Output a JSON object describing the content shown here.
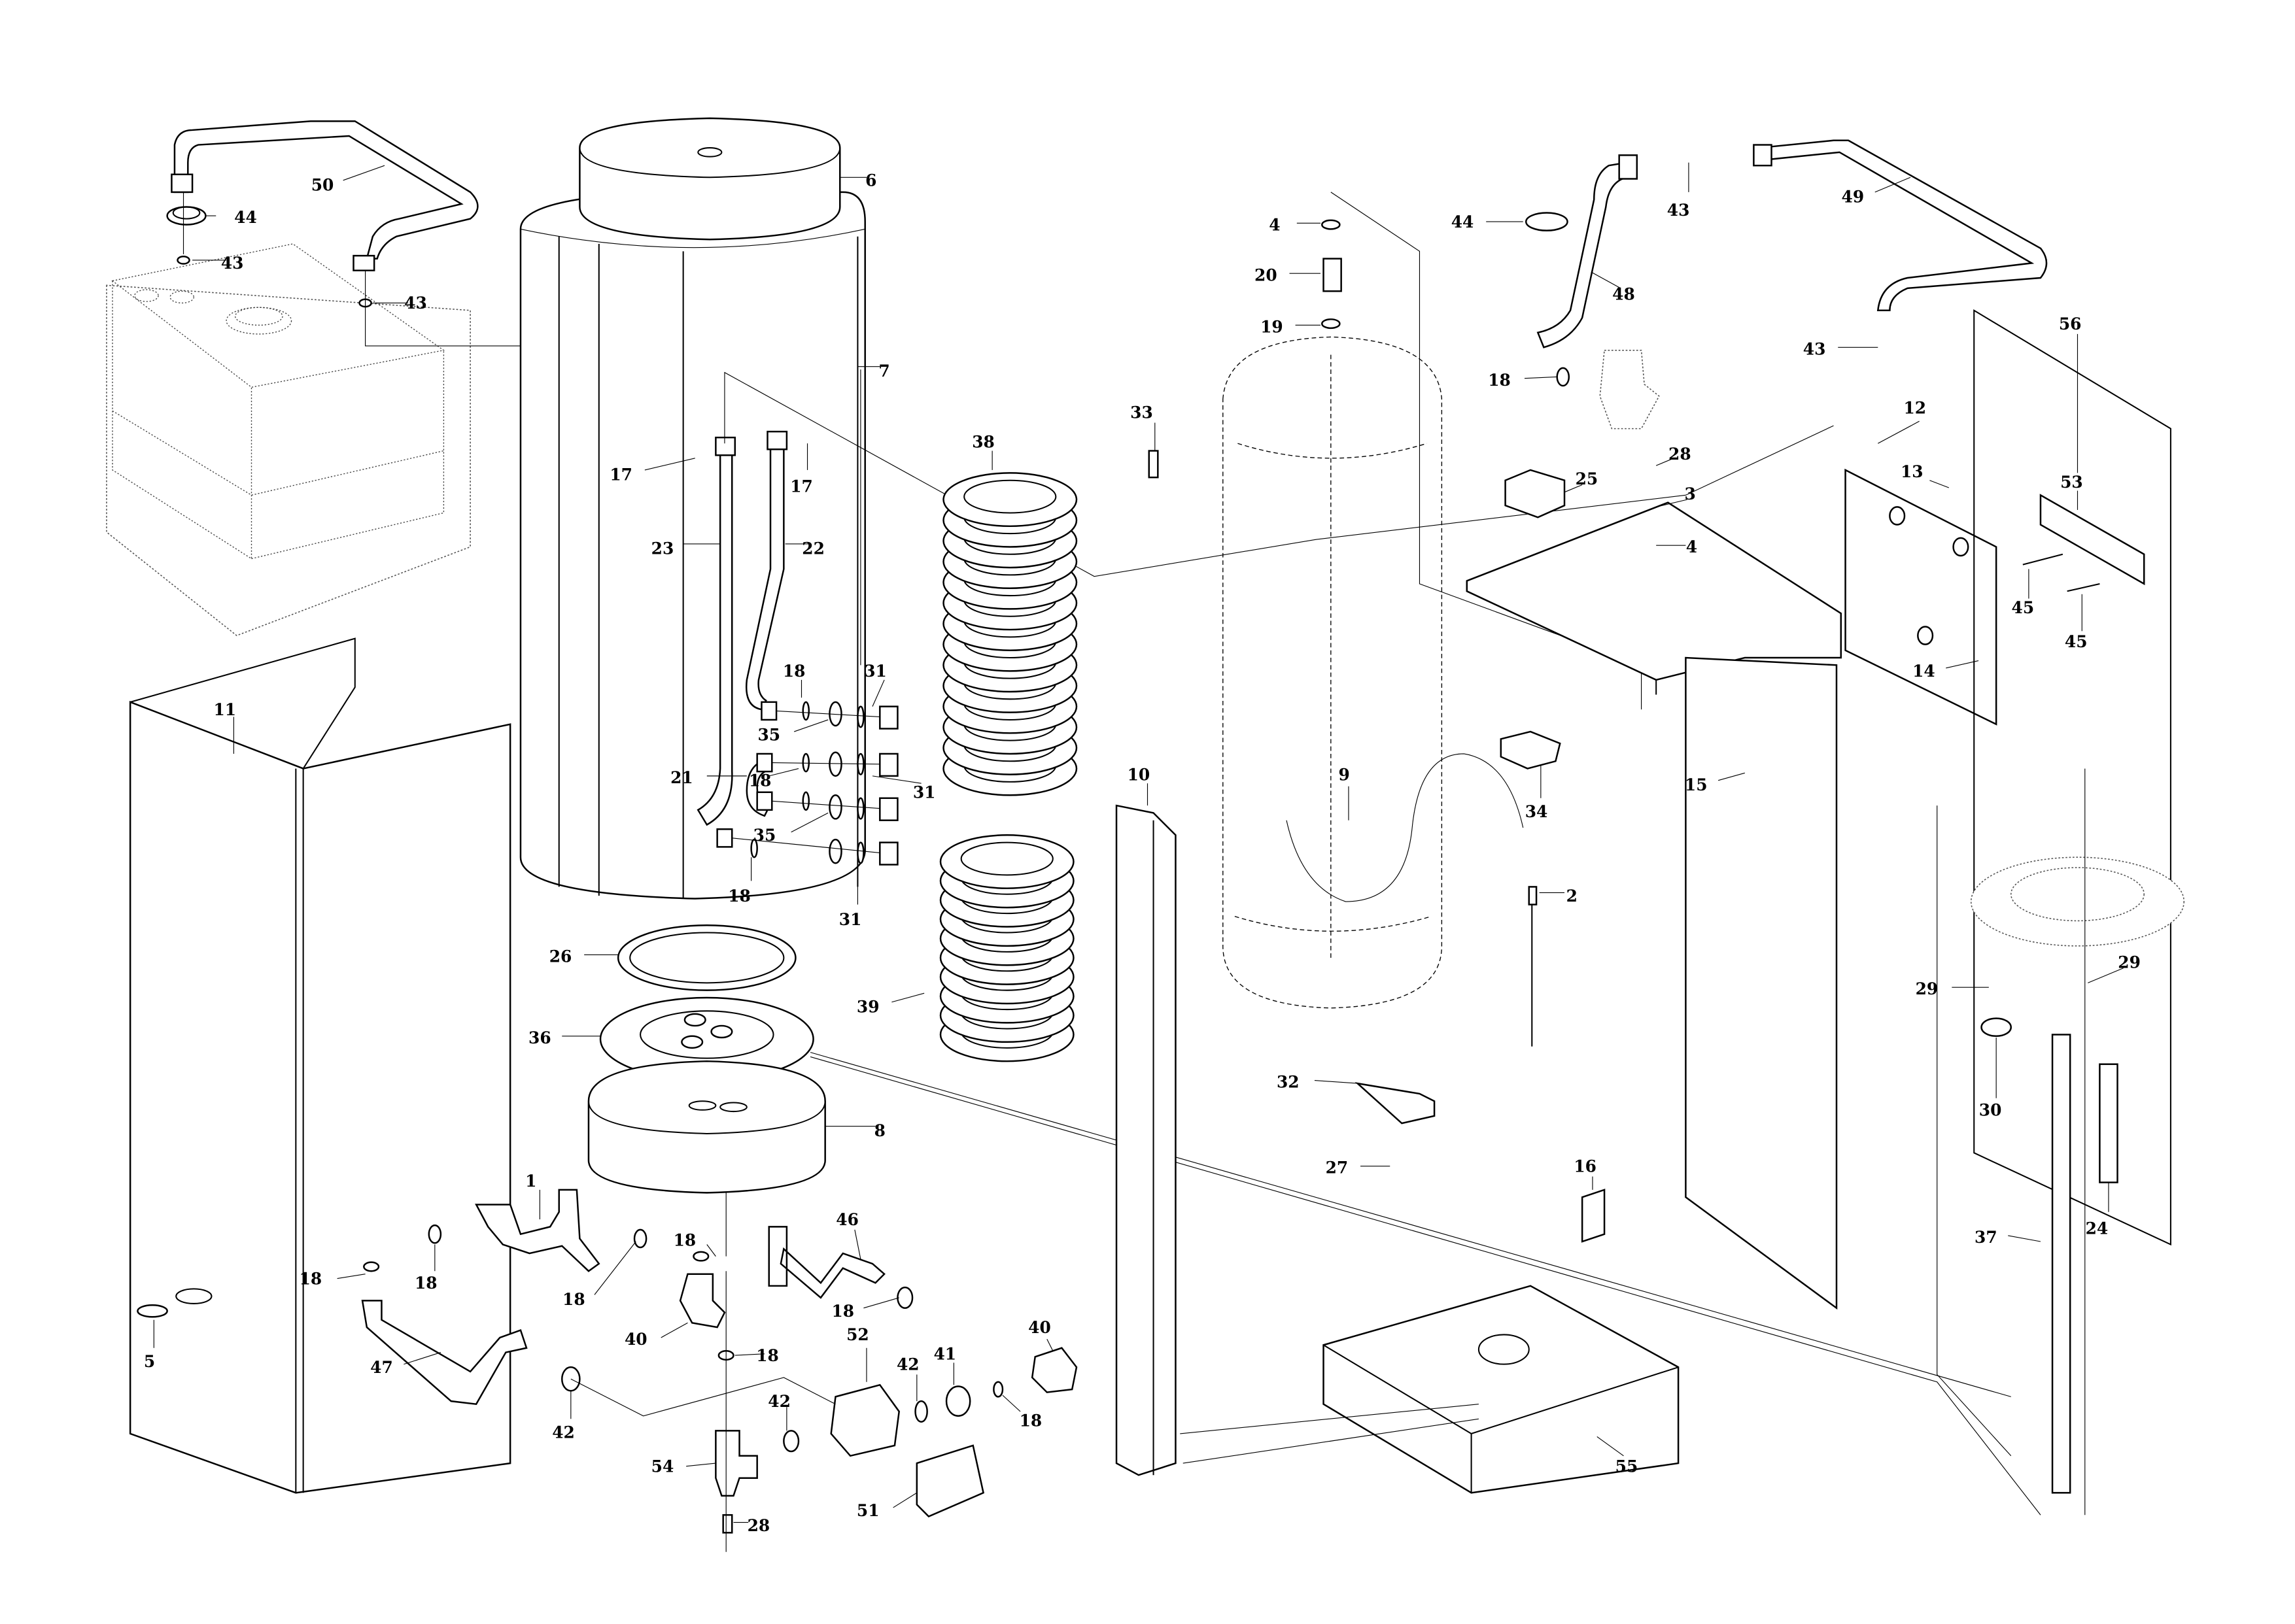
{
  "diagram": {
    "type": "exploded-parts-view",
    "subject": "hot water cylinder / boiler unit with coils, casing panels and fittings",
    "callouts": [
      "1",
      "2",
      "3",
      "4",
      "5",
      "6",
      "7",
      "8",
      "9",
      "10",
      "11",
      "12",
      "13",
      "14",
      "15",
      "16",
      "17",
      "18",
      "19",
      "20",
      "21",
      "22",
      "23",
      "24",
      "25",
      "26",
      "27",
      "28",
      "29",
      "30",
      "31",
      "32",
      "33",
      "34",
      "35",
      "36",
      "37",
      "38",
      "39",
      "40",
      "41",
      "42",
      "43",
      "44",
      "45",
      "46",
      "47",
      "48",
      "49",
      "50",
      "51",
      "52",
      "53",
      "54",
      "55",
      "56"
    ],
    "labels": {
      "p1": "1",
      "p2": "2",
      "p3": "3",
      "p4a": "4",
      "p4b": "4",
      "p5": "5",
      "p6": "6",
      "p7": "7",
      "p8": "8",
      "p9": "9",
      "p10": "10",
      "p11": "11",
      "p12": "12",
      "p13": "13",
      "p14": "14",
      "p15": "15",
      "p16": "16",
      "p17a": "17",
      "p17b": "17",
      "p18a": "18",
      "p18b": "18",
      "p18c": "18",
      "p18d": "18",
      "p18e": "18",
      "p18f": "18",
      "p18g": "18",
      "p18h": "18",
      "p18i": "18",
      "p18j": "18",
      "p18k": "18",
      "p18l": "18",
      "p19": "19",
      "p20": "20",
      "p21": "21",
      "p22": "22",
      "p23": "23",
      "p24": "24",
      "p25": "25",
      "p26": "26",
      "p27": "27",
      "p28a": "28",
      "p28b": "28",
      "p29a": "29",
      "p29b": "29",
      "p30": "30",
      "p31a": "31",
      "p31b": "31",
      "p31c": "31",
      "p32": "32",
      "p33": "33",
      "p34": "34",
      "p35a": "35",
      "p35b": "35",
      "p36": "36",
      "p37": "37",
      "p38": "38",
      "p39": "39",
      "p40a": "40",
      "p40b": "40",
      "p41": "41",
      "p42a": "42",
      "p42b": "42",
      "p42c": "42",
      "p43a": "43",
      "p43b": "43",
      "p43c": "43",
      "p43d": "43",
      "p44a": "44",
      "p44b": "44",
      "p45a": "45",
      "p45b": "45",
      "p46": "46",
      "p47": "47",
      "p48": "48",
      "p49": "49",
      "p50": "50",
      "p51": "51",
      "p52": "52",
      "p53": "53",
      "p54": "54",
      "p55": "55",
      "p56": "56"
    },
    "parts": {
      "expansion_tank": "dotted box (reference)",
      "cylinder_jacket": "7",
      "top_insulation_cap": "6",
      "bottom_insulation": "8",
      "upper_coil": "38",
      "lower_coil": "39",
      "inner_tank": "dashed cylinder (reference)",
      "front_panel": "11",
      "side_strip": "10",
      "top_cover": "12",
      "back_panel": "56",
      "control_box": "55"
    }
  }
}
